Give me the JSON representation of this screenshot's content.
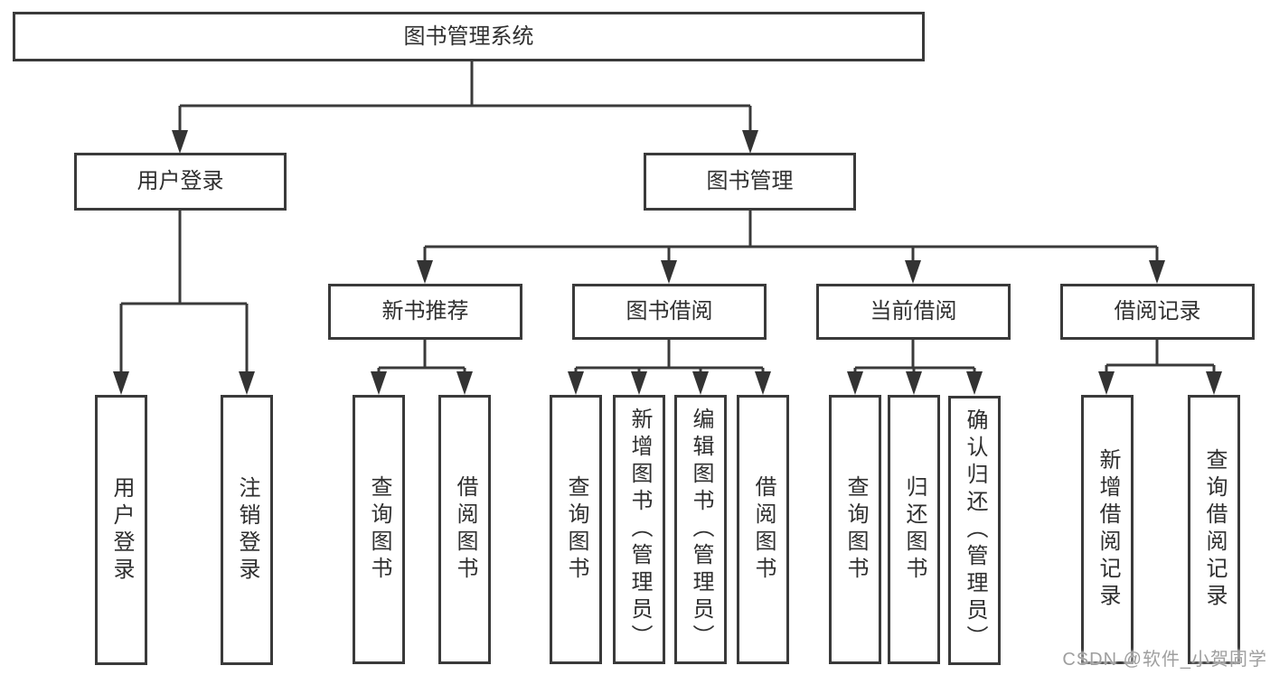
{
  "page": {
    "background": "#ffffff",
    "line_color": "#3a3a3a",
    "text_color": "#2f2f2f",
    "watermark_color": "#9f9f9f",
    "watermark": "CSDN @软件_小贺同学"
  },
  "diagram": {
    "root": "图书管理系统",
    "level2": {
      "user_login": "用户登录",
      "book_mgmt": "图书管理"
    },
    "level3": {
      "new_books": "新书推荐",
      "book_borrow": "图书借阅",
      "current_borrow": "当前借阅",
      "borrow_records": "借阅记录"
    },
    "leaves": {
      "user_login": [
        "用户登录",
        "注销登录"
      ],
      "new_books": [
        "查询图书",
        "借阅图书"
      ],
      "book_borrow": [
        "查询图书",
        "新增图书（管理员）",
        "编辑图书（管理员）",
        "借阅图书"
      ],
      "current_borrow": [
        "查询图书",
        "归还图书",
        "确认归还（管理员）"
      ],
      "borrow_records": [
        "新增借阅记录",
        "查询借阅记录"
      ]
    }
  }
}
